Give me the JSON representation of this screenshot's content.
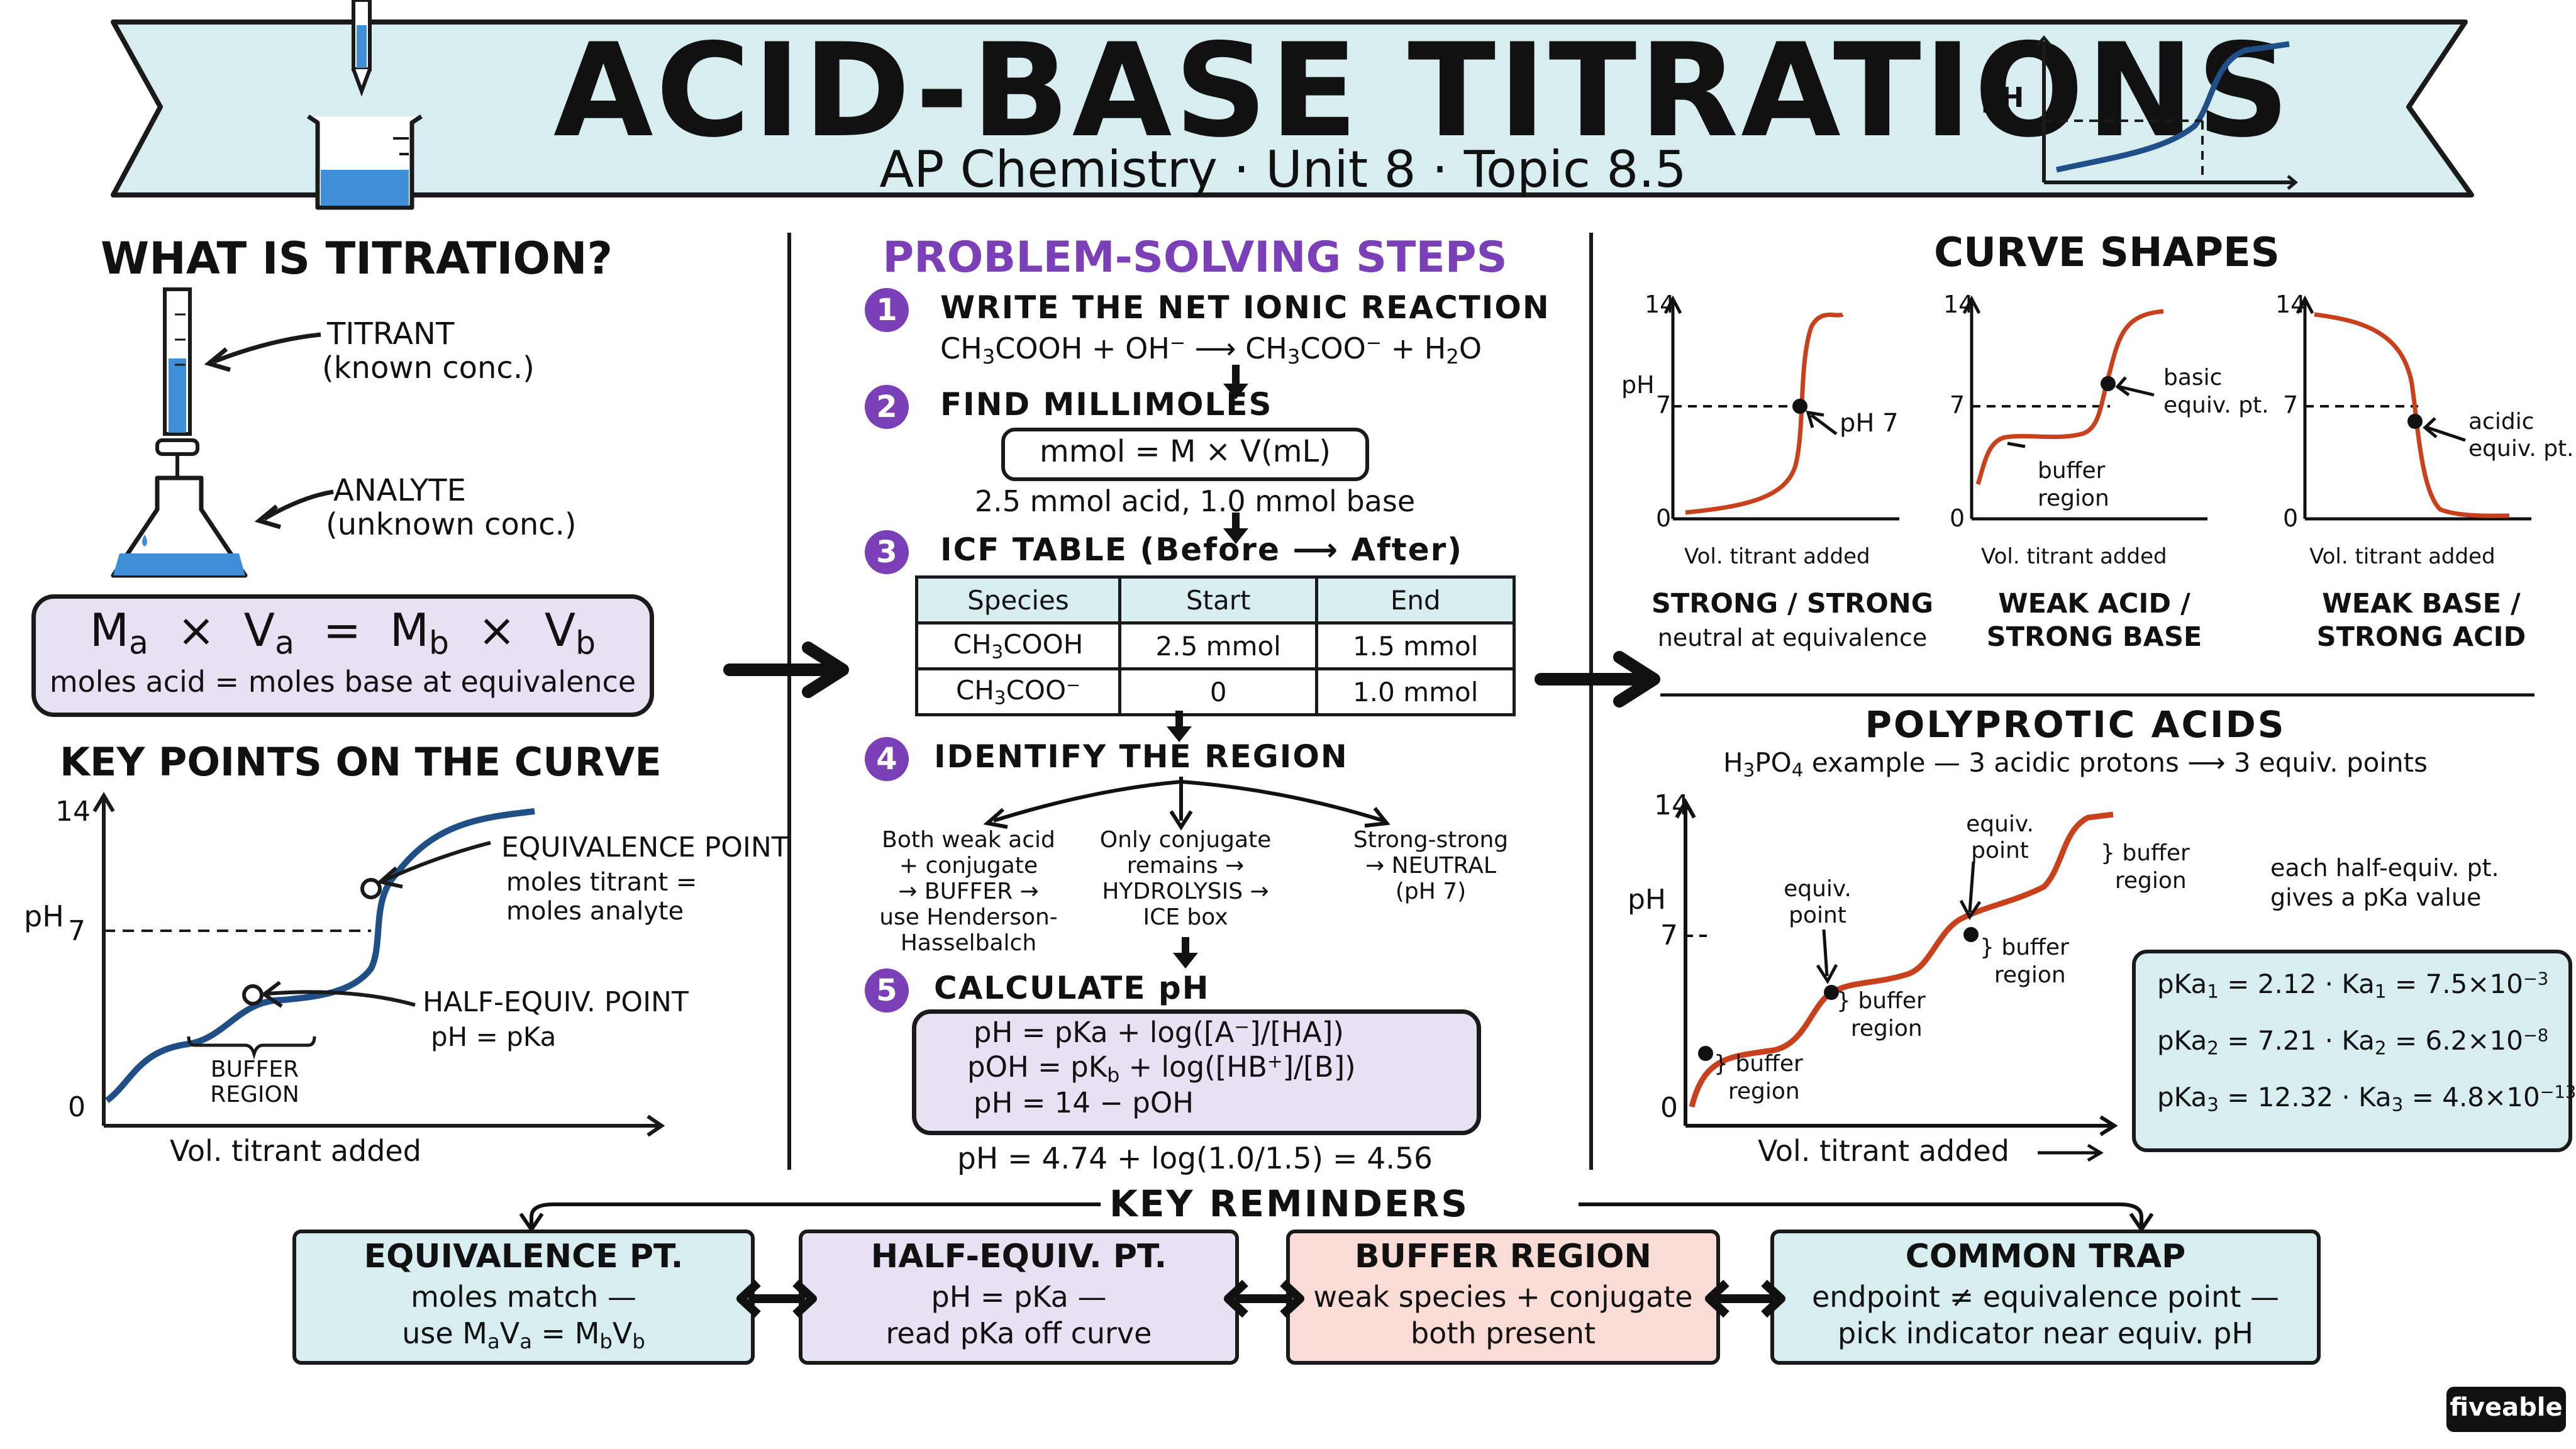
{
  "banner": {
    "title": "ACID-BASE TITRATIONS",
    "subtitle": "AP Chemistry · Unit 8 · Topic 8.5",
    "mini_ph_label": "pH"
  },
  "left": {
    "what_title": "WHAT IS TITRATION?",
    "titrant": "TITRANT",
    "titrant_sub": "(known conc.)",
    "analyte": "ANALYTE",
    "analyte_sub": "(unknown conc.)",
    "eq_note": "moles acid = moles base at equivalence",
    "key_title": "KEY POINTS ON THE CURVE",
    "eq_point": "EQUIVALENCE POINT",
    "eq_point_sub1": "moles titrant =",
    "eq_point_sub2": "moles analyte",
    "half_point": "HALF-EQUIV. POINT",
    "half_point_sub": "pH = pKa",
    "buffer1": "BUFFER",
    "buffer2": "REGION",
    "xlabel": "Vol. titrant added",
    "ylabel": "pH",
    "y14": "14",
    "y7": "7",
    "y0": "0"
  },
  "steps": {
    "title": "PROBLEM-SOLVING STEPS",
    "s1_num": "1",
    "s1": "WRITE THE NET IONIC REACTION",
    "s2_num": "2",
    "s2": "FIND MILLIMOLES",
    "mmol_formula": "mmol = M × V(mL)",
    "mmol_values": "2.5 mmol acid, 1.0 mmol base",
    "s3_num": "3",
    "s3": "ICF TABLE (Before ⟶ After)",
    "table_headers": [
      "Species",
      "Start",
      "End"
    ],
    "row1_start": "2.5 mmol",
    "row1_end": "1.5 mmol",
    "row2_start": "0",
    "row2_end": "1.0 mmol",
    "s4_num": "4",
    "s4": "IDENTIFY THE REGION",
    "branch1": [
      "Both weak acid",
      "+ conjugate",
      "→ BUFFER →",
      "use Henderson-",
      "Hasselbalch"
    ],
    "branch2": [
      "Only conjugate",
      "remains →",
      "HYDROLYSIS →",
      "ICE box"
    ],
    "branch3": [
      "Strong-strong",
      "→ NEUTRAL",
      "(pH 7)"
    ],
    "s5_num": "5",
    "s5": "CALCULATE pH",
    "calc_line3": "pH = 14 − pOH",
    "calc_result": "pH = 4.74 + log(1.0/1.5) = 4.56"
  },
  "curves": {
    "title": "CURVE SHAPES",
    "c1_label": "pH 7",
    "c1_title": "STRONG / STRONG",
    "c1_sub": "neutral at equivalence",
    "c2_label1": "basic",
    "c2_label2": "equiv. pt.",
    "c2_buffer1": "buffer",
    "c2_buffer2": "region",
    "c2_title1": "WEAK ACID /",
    "c2_title2": "STRONG BASE",
    "c3_label1": "acidic",
    "c3_label2": "equiv. pt.",
    "c3_title1": "WEAK BASE /",
    "c3_title2": "STRONG ACID",
    "xlabel": "Vol. titrant added",
    "ylabel": "pH",
    "y14": "14",
    "y7": "7",
    "y0": "0"
  },
  "polyprotic": {
    "title": "POLYPROTIC ACIDS",
    "xlabel": "Vol. titrant added",
    "ylabel": "pH",
    "y14": "14",
    "y7": "7",
    "y0": "0",
    "equiv": "equiv.",
    "point": "point",
    "buffer": "buffer",
    "region": "region",
    "note1": "each half-equiv. pt.",
    "note2": "gives a pKa value"
  },
  "reminders": {
    "title": "KEY REMINDERS",
    "r1_title": "EQUIVALENCE PT.",
    "r1_line1": "moles match —",
    "r2_title": "HALF-EQUIV. PT.",
    "r2_line1": "pH = pKa —",
    "r2_line2": "read pKa off curve",
    "r3_title": "BUFFER REGION",
    "r3_line1": "weak species + conjugate",
    "r3_line2": "both present",
    "r4_title": "COMMON TRAP",
    "r4_line1": "endpoint ≠ equivalence point —",
    "r4_line2": "pick indicator near equiv. pH"
  },
  "brand": "fiveable",
  "colors": {
    "banner": "#d7edf0",
    "lavender": "#e8e1f3",
    "pink": "#fadcd6",
    "purple": "#7b3fb8",
    "curve_blue": "#1f4f86",
    "curve_red": "#c8401c",
    "liquid_blue": "#3f8fd8"
  }
}
